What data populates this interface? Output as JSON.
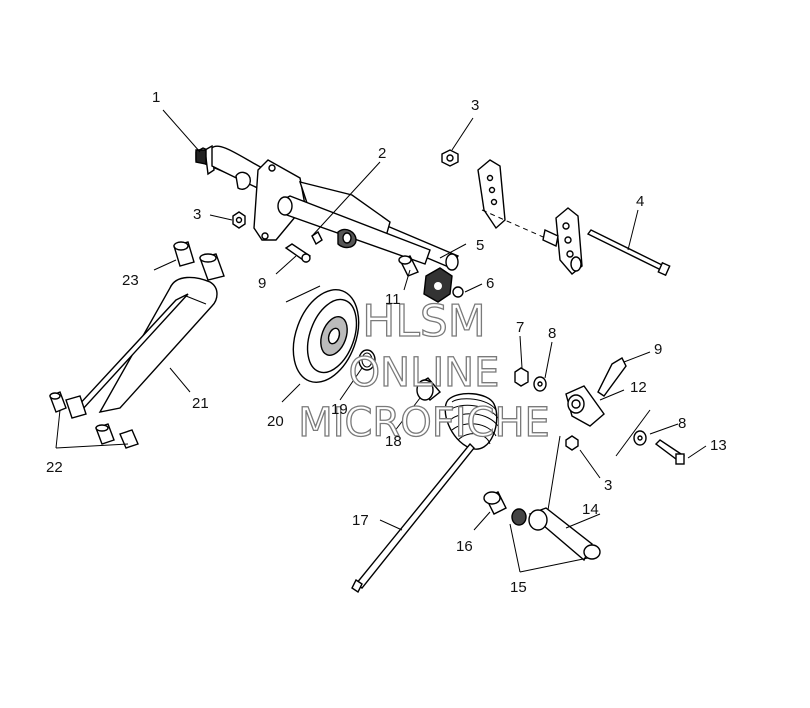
{
  "diagram": {
    "callouts": {
      "c1": "1",
      "c2": "2",
      "c3a": "3",
      "c3b": "3",
      "c3c": "3",
      "c4": "4",
      "c5": "5",
      "c6": "6",
      "c7": "7",
      "c8a": "8",
      "c8b": "8",
      "c9a": "9",
      "c9b": "9",
      "c11": "11",
      "c12": "12",
      "c13": "13",
      "c14": "14",
      "c15": "15",
      "c16": "16",
      "c17": "17",
      "c18": "18",
      "c19": "19",
      "c20": "20",
      "c21": "21",
      "c22": "22",
      "c23": "23"
    },
    "watermark": {
      "line1": "HLSM",
      "line2": "ONLINE",
      "line3": "MICROFICHE"
    },
    "colors": {
      "ink": "#000000",
      "background": "#ffffff",
      "watermark_outline": "#7a7a7a"
    }
  }
}
